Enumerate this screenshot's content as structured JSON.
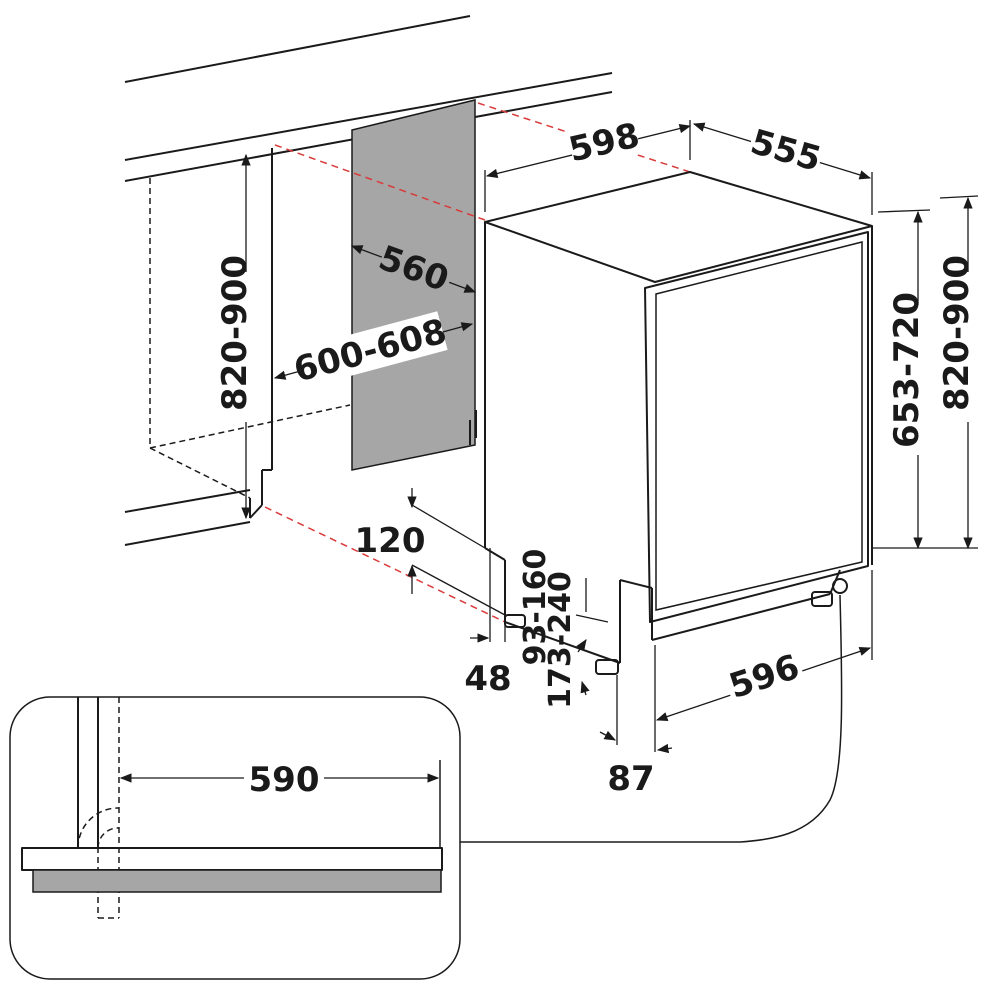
{
  "colors": {
    "line": "#1a1a1a",
    "panel": "#a6a6a6",
    "hidden_edge": "#d93a3a",
    "background": "#ffffff"
  },
  "dimensions": {
    "cabinet_width": "598",
    "cabinet_depth": "555",
    "niche_depth": "560",
    "niche_width": "600-608",
    "niche_height": "820-900",
    "appliance_height_total": "820-900",
    "door_height": "653-720",
    "plinth_height": "120",
    "plinth_offset": "48",
    "foot_adjust_front": "93-160",
    "foot_adjust_rear": "173-240",
    "body_width": "596",
    "door_setback": "87",
    "detail_width": "590"
  }
}
